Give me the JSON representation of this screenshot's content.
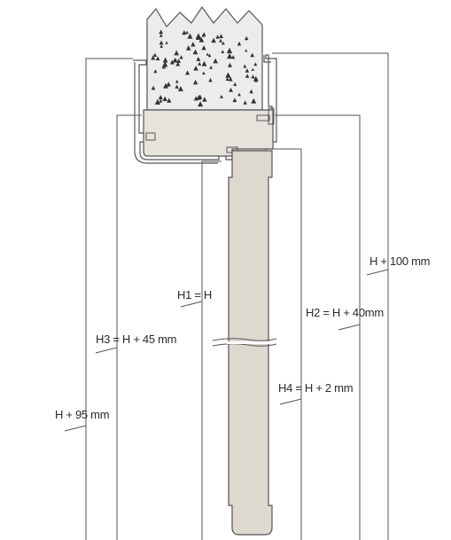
{
  "labels": {
    "h_plus_100": "H + 100 mm",
    "h2": "H2 = H + 40mm",
    "h1": "H1 = H",
    "h3": "H3 = H + 45 mm",
    "h4": "H4 = H + 2 mm",
    "h_plus_95": "H + 95 mm"
  },
  "colors": {
    "line": "#555555",
    "concrete_fill": "#ececec",
    "frame_fill": "#e6e2dc",
    "door_fill": "#ddd8d0",
    "aggregate": "#333333"
  }
}
